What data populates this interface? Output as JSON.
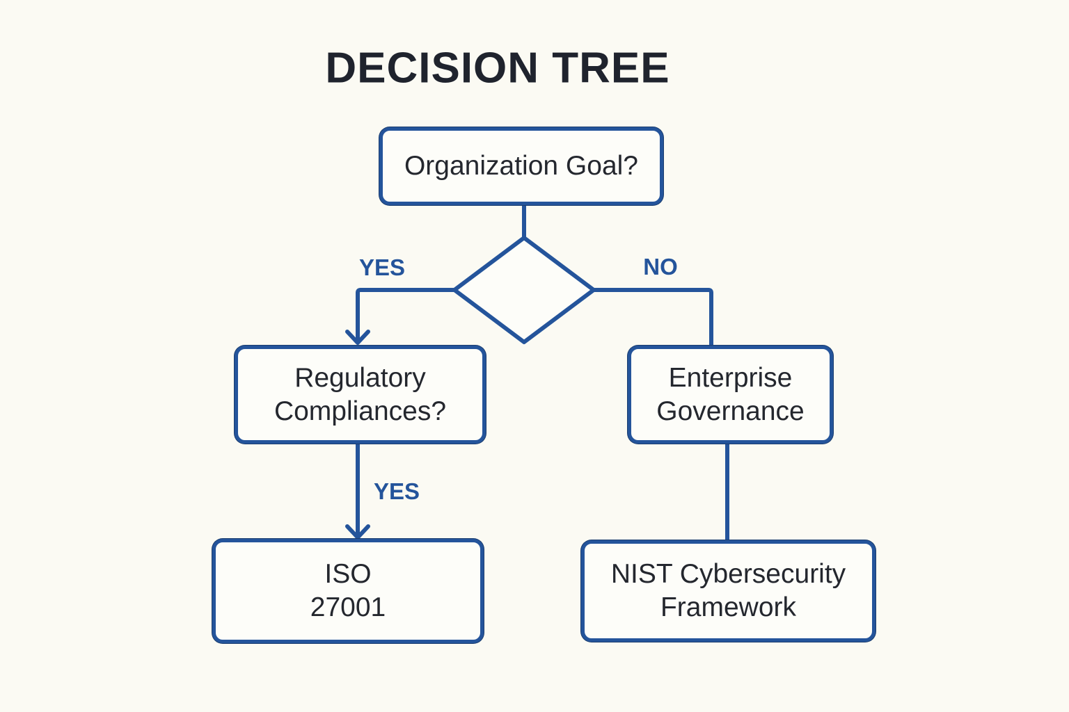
{
  "title": "DECISION TREE",
  "nodes": {
    "organization_goal": "Organization Goal?",
    "regulatory_compliances": "Regulatory\nCompliances?",
    "enterprise_governance": "Enterprise\nGovernance",
    "iso_27001": "ISO\n27001",
    "nist_csf": "NIST Cybersecurity\nFramework"
  },
  "edge_labels": {
    "root_yes": "YES",
    "root_no": "NO",
    "regulatory_yes": "YES"
  },
  "colors": {
    "accent_blue": "#24549B",
    "node_text": "#24272E",
    "title_text": "#1F232D",
    "background": "#FBFAF3",
    "node_fill": "#FDFDF9"
  }
}
